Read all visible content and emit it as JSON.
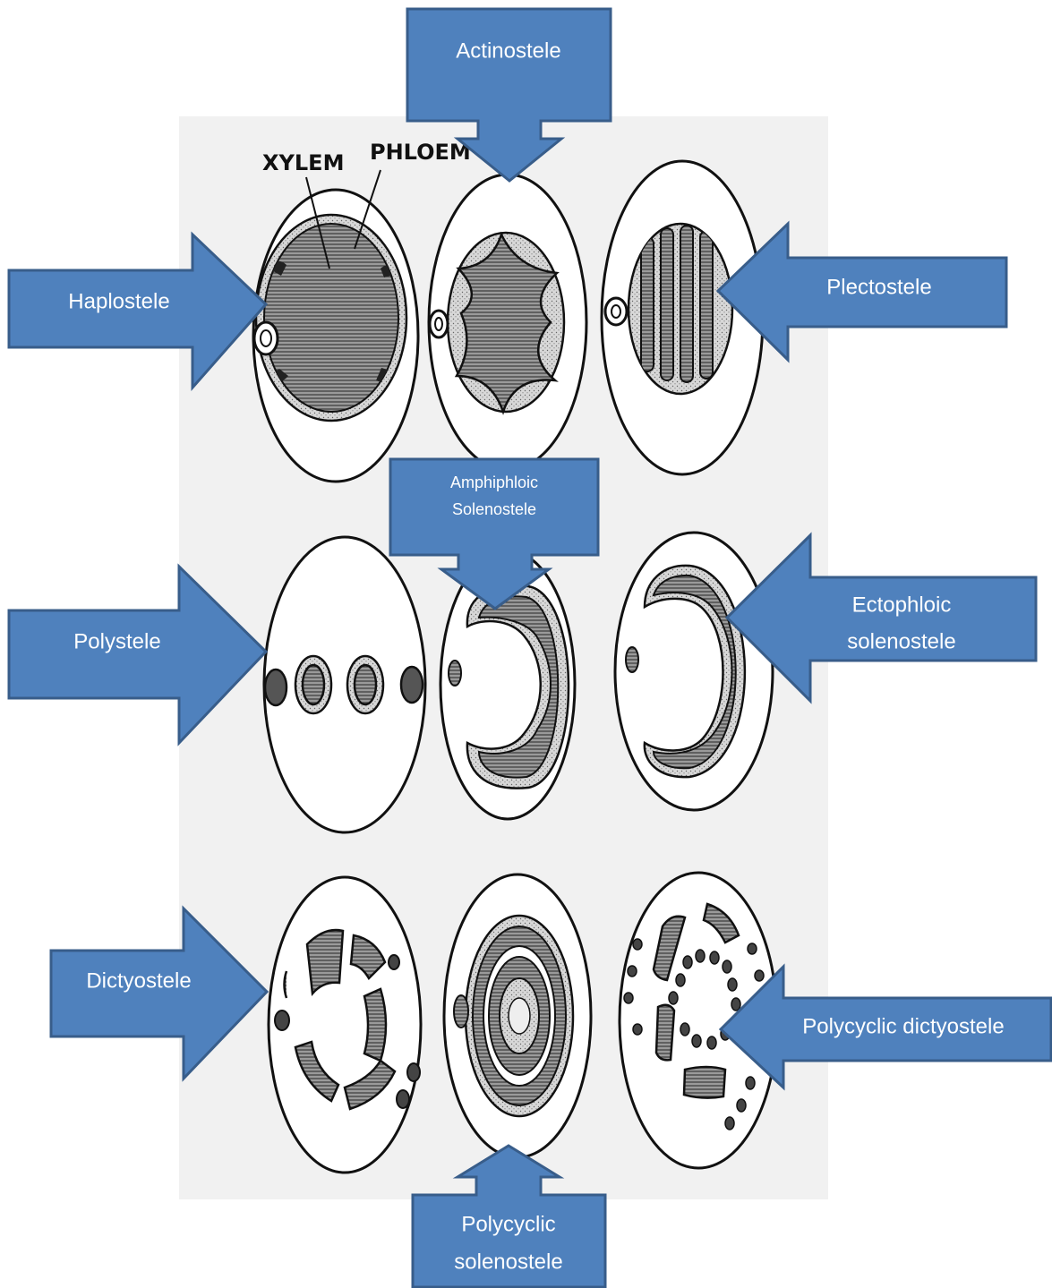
{
  "annotations": {
    "xylem": "XYLEM",
    "phloem": "PHLOEM"
  },
  "callouts": {
    "actinostele": "Actinostele",
    "haplostele": "Haplostele",
    "plectostele": "Plectostele",
    "amphiphloic_line1": "Amphiphloic",
    "amphiphloic_line2": "Solenostele",
    "polystele": "Polystele",
    "ectophloic_line1": "Ectophloic",
    "ectophloic_line2": "solenostele",
    "dictyostele": "Dictyostele",
    "polycyclic_dictyostele": "Polycyclic dictyostele",
    "polycyclic_solenostele_line1": "Polycyclic",
    "polycyclic_solenostele_line2": "solenostele"
  },
  "colors": {
    "callout_fill": "#4f81bd",
    "callout_stroke": "#385d8a",
    "xylem_fill": "#8d8d8d",
    "phloem_fill": "#c9c9c9",
    "outline": "#111111"
  }
}
